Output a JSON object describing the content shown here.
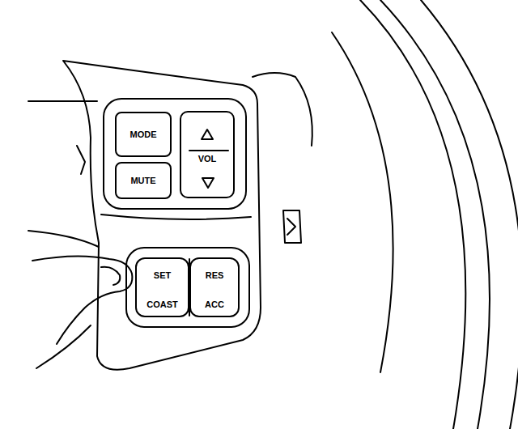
{
  "diagram": {
    "nodes": [
      {
        "text": [
          "MODE"
        ]
      },
      {
        "text": [
          "MUTE"
        ]
      },
      {
        "text": [
          "VOL"
        ]
      },
      {
        "text": [
          "SET",
          "COAST"
        ]
      },
      {
        "text": [
          "RES",
          "ACC"
        ]
      }
    ]
  }
}
